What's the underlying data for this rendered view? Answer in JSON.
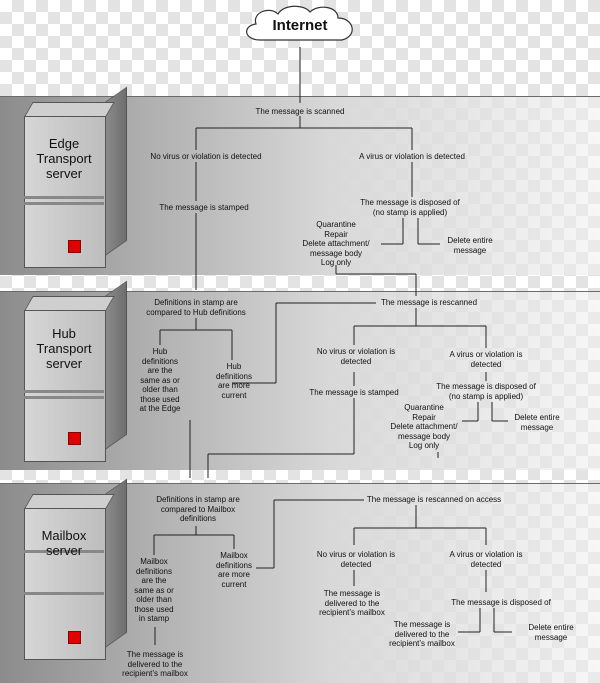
{
  "internet": {
    "label": "Internet"
  },
  "servers": {
    "edge": [
      "Edge",
      "Transport",
      "server"
    ],
    "hub": [
      "Hub",
      "Transport",
      "server"
    ],
    "mailbox": [
      "Mailbox",
      "server"
    ]
  },
  "edge": {
    "scanned": "The message is scanned",
    "no_virus": "No virus or violation is detected",
    "virus": "A virus or violation is detected",
    "stamped": "The message is stamped",
    "disposed": [
      "The message is disposed of",
      "(no stamp is applied)"
    ],
    "actions": [
      "Quarantine",
      "Repair",
      "Delete attachment/",
      "message body",
      "Log only"
    ],
    "delete_entire": [
      "Delete entire",
      "message"
    ]
  },
  "hub": {
    "compared": [
      "Definitions in stamp are",
      "compared to Hub definitions"
    ],
    "same_older": [
      "Hub",
      "definitions",
      "are the",
      "same as or",
      "older than",
      "those used",
      "at the Edge"
    ],
    "more_current": [
      "Hub",
      "definitions",
      "are more",
      "current"
    ],
    "rescanned": "The message is rescanned",
    "no_virus": [
      "No virus or violation is",
      "detected"
    ],
    "virus": [
      "A virus or violation is",
      "detected"
    ],
    "stamped": "The message is stamped",
    "disposed": [
      "The message is disposed of",
      "(no stamp is applied)"
    ],
    "actions": [
      "Quarantine",
      "Repair",
      "Delete attachment/",
      "message body",
      "Log only"
    ],
    "delete_entire": [
      "Delete entire",
      "message"
    ]
  },
  "mailbox": {
    "compared": [
      "Definitions in stamp are",
      "compared to Mailbox",
      "definitions"
    ],
    "same_older": [
      "Mailbox",
      "definitions",
      "are the",
      "same as or",
      "older than",
      "those used",
      "in stamp"
    ],
    "more_current": [
      "Mailbox",
      "definitions",
      "are more",
      "current"
    ],
    "rescanned": "The message is rescanned on access",
    "no_virus": [
      "No virus or violation is",
      "detected"
    ],
    "virus": [
      "A virus or violation is",
      "detected"
    ],
    "delivered_left": [
      "The message is",
      "delivered to the",
      "recipient’s mailbox"
    ],
    "delivered_mid": [
      "The message is",
      "delivered to the",
      "recipient’s mailbox"
    ],
    "disposed": "The message is disposed of",
    "delivered_right": [
      "The message is",
      "delivered to the",
      "recipient’s mailbox"
    ],
    "delete_entire": [
      "Delete entire",
      "message"
    ]
  }
}
